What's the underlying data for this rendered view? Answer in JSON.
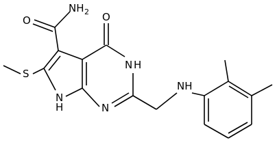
{
  "molecule": {
    "atoms": {
      "amide_N": "NH",
      "amide_N_sub": "2",
      "carbonyl_O": "O",
      "ring_O": "O",
      "N3": "N",
      "N3_H": "H",
      "N1": "N",
      "N7": "N",
      "N7_H": "H",
      "S": "S",
      "amine_NH": "NH"
    }
  }
}
